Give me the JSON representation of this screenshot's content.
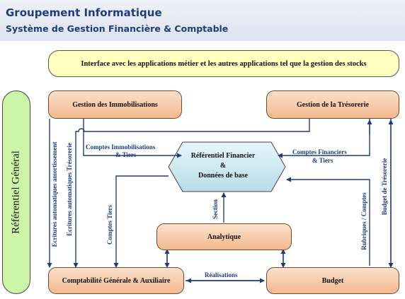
{
  "header": {
    "title": "Groupement Informatique",
    "subtitle": "Système de Gestion Financière & Comptable"
  },
  "interface_box": "Interface avec les applications métier et les autres applications tel que la gestion des stocks",
  "referentiel_general": "Référentiel Général",
  "nodes": {
    "immobilisations": "Gestion des Immobilisations",
    "tresorerie": "Gestion de la Trésorerie",
    "referentiel_line1": "Référentiel Financier",
    "referentiel_line2": "&",
    "referentiel_line3": "Données de base",
    "analytique": "Analytique",
    "comptabilite": "Comptabilité Générale & Auxiliaire",
    "budget": "Budget"
  },
  "edge_labels": {
    "ecritures_amort": "Ecritures automatiques amortissement",
    "ecritures_treso": "Ecritures automatiques Trésorerie",
    "comptes_immo_1": "Comptes Immobilisations",
    "comptes_immo_2": "& Tiers",
    "comptes_fin_1": "Comptes Financiers",
    "comptes_fin_2": "& Tiers",
    "comptes_tiers": "Comptes Tiers",
    "section": "Section",
    "rubriques": "Rubriques / Comptes",
    "budget_treso": "Budget de Trésorerie",
    "realisations": "Réalisations"
  },
  "colors": {
    "node_fill": "#f4b98e",
    "hexagon_fill": "#cfeaf2",
    "interface_fill": "#ffffc0",
    "referentiel_general_fill": "#ccf5a8",
    "arrow": "#1f3d7a"
  }
}
